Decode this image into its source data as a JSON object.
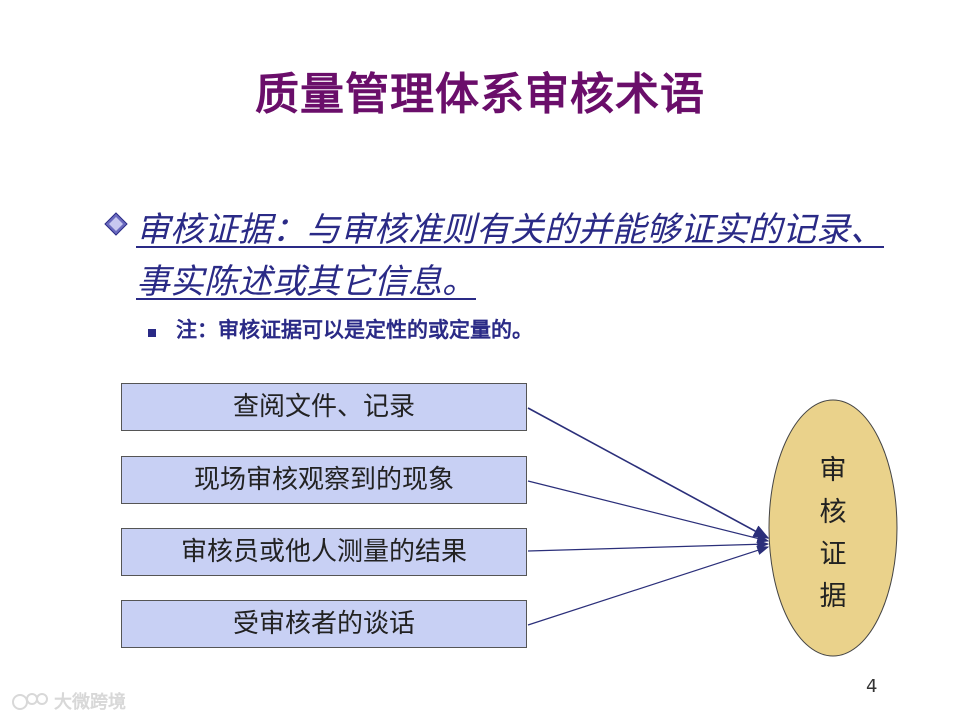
{
  "title": "质量管理体系审核术语",
  "bullet1": {
    "text": "审核证据：与审核准则有关的并能够证实的记录、事实陈述或其它信息。"
  },
  "bullet2": {
    "text": "注：审核证据可以是定性的或定量的。"
  },
  "sources": [
    {
      "label": "查阅文件、记录"
    },
    {
      "label": "现场审核观察到的现象"
    },
    {
      "label": "审核员或他人测量的结果"
    },
    {
      "label": "受审核者的谈话"
    }
  ],
  "target": {
    "label": "审核证据",
    "fill": "#ead28b"
  },
  "colors": {
    "title": "#6a0e6a",
    "bullet_text": "#2a2a86",
    "box_fill": "#c8d0f4",
    "arrow": "#2b2f7a"
  },
  "page_number": "4",
  "watermark": "大微跨境"
}
